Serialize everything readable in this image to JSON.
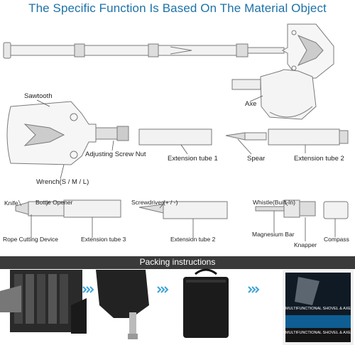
{
  "header": {
    "title": "The Specific Function Is Based On The Material Object"
  },
  "parts": {
    "sawtooth": "Sawtooth",
    "axe": "Axe",
    "adjusting_screw_nut": "Adjusting Screw Nut",
    "extension_tube_1": "Extension tube 1",
    "spear": "Spear",
    "extension_tube_2": "Extension tube 2",
    "wrench": "Wrench(S / M / L)",
    "knife": "Knife",
    "bottle_opener": "Bottle Opener",
    "rope_cutting_device": "Rope Cutting Device",
    "extension_tube_3": "Extension tube 3",
    "screwdriver": "Screwdriver(+ / -)",
    "extension_tube_2b": "Extension tube 2",
    "whistle": "Whistle(Built-In)",
    "magnesium_bar": "Magnesium Bar",
    "knapper": "Knapper",
    "compass": "Compass"
  },
  "packing": {
    "title": "Packing instructions",
    "box_title": "MULTIFUNCTIONAL SHOVEL & AXE",
    "box_subtitle": "MULTIFUNCTIONAL SHOVEL & AXE"
  },
  "icons": [
    "chevrons-right-icon",
    "chevrons-right-icon",
    "chevrons-right-icon"
  ],
  "colors": {
    "title": "#1d72a8",
    "band": "#3a3a3a",
    "line": "#888888"
  }
}
